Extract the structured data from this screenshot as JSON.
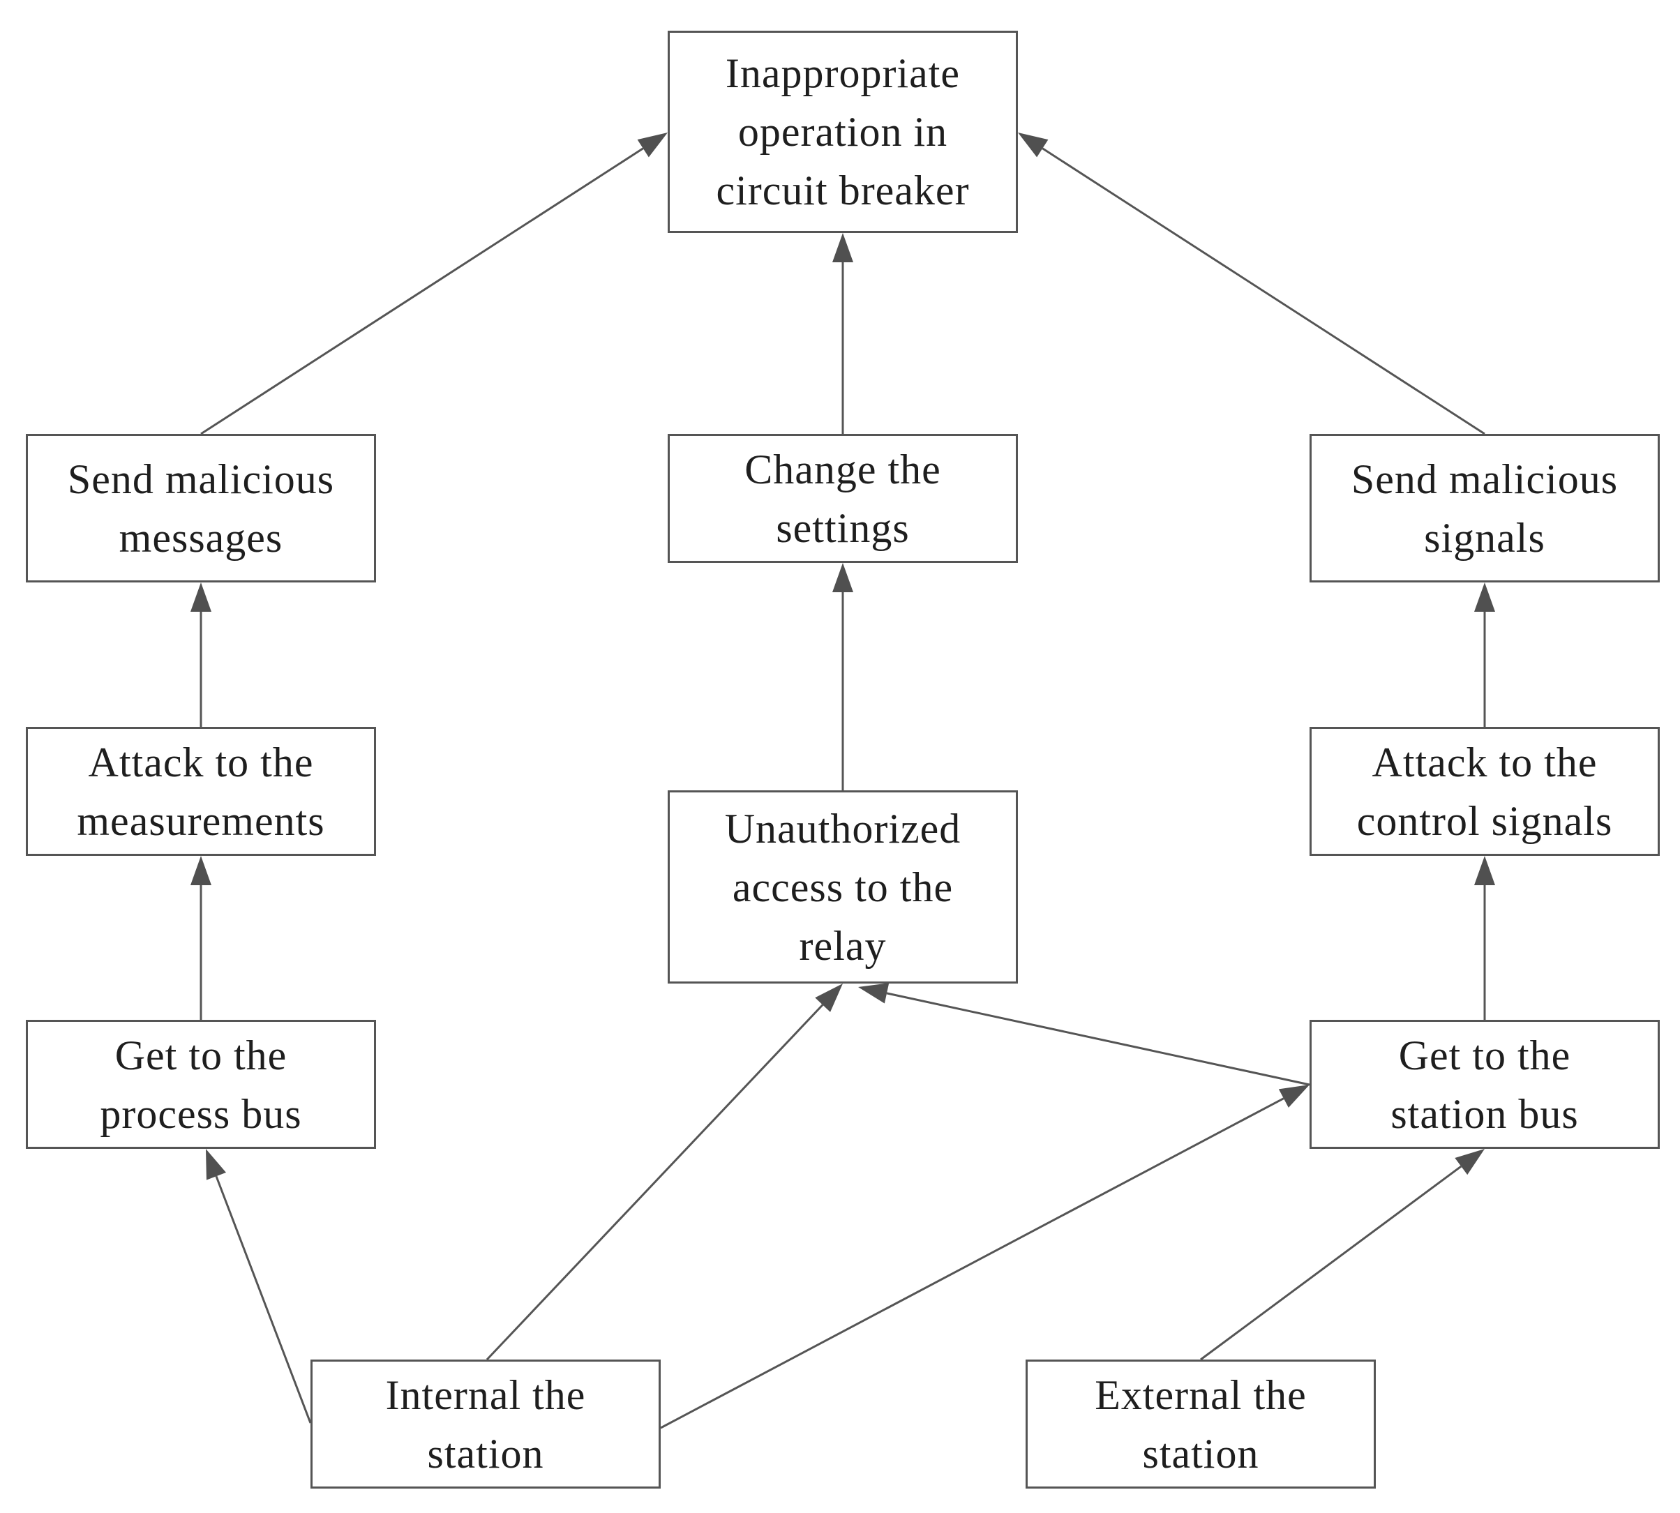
{
  "nodes": {
    "top": "Inappropriate\noperation  in\ncircuit breaker",
    "send_messages": "Send malicious\nmessages",
    "change_settings": "Change the\nsettings",
    "send_signals": "Send malicious\nsignals",
    "attack_measurements": "Attack to the\nmeasurements",
    "unauthorized_access": "Unauthorized\naccess to the\nrelay",
    "attack_control": "Attack to the\ncontrol signals",
    "process_bus": "Get to the\nprocess bus",
    "station_bus": "Get to the\nstation bus",
    "internal": "Internal the\nstation",
    "external": "External the\nstation"
  },
  "colors": {
    "border": "#555555",
    "arrow": "#505050",
    "text": "#1e1e1e",
    "background": "#ffffff"
  }
}
